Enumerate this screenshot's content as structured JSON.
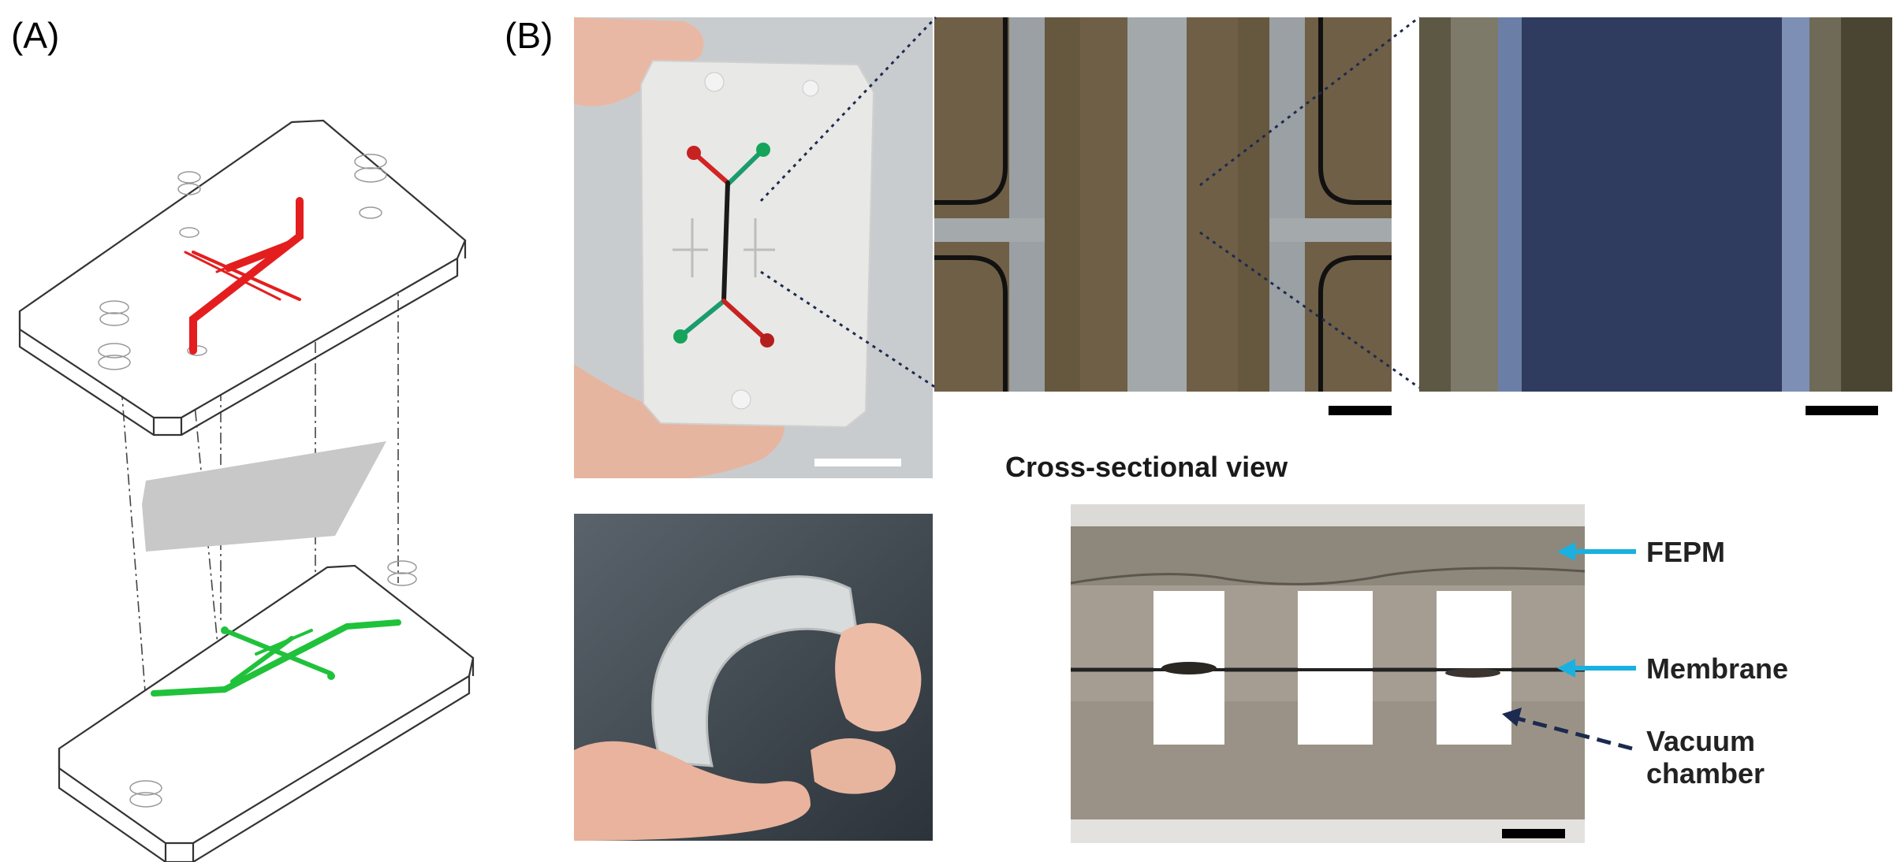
{
  "figure": {
    "panel_a_label": "(A)",
    "panel_b_label": "(B)",
    "cross_section_title": "Cross-sectional view",
    "annotations": {
      "fepm": "FEPM",
      "membrane": "Membrane",
      "vacuum_line1": "Vacuum",
      "vacuum_line2": "chamber"
    },
    "colors": {
      "top_channel": "#e41e1e",
      "bottom_channel": "#1fc23a",
      "membrane_sheet": "#c8c8c8",
      "arrow_cyan": "#1ab0e0",
      "arrow_navy": "#1b2a4e"
    }
  }
}
